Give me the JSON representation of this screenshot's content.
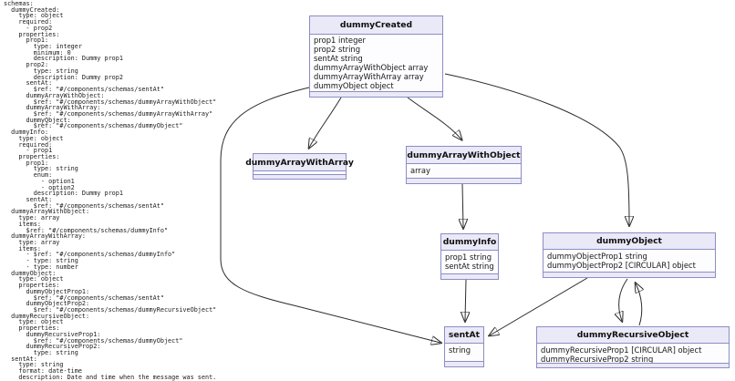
{
  "page": {
    "background": "#ffffff"
  },
  "yaml_panel": {
    "content": "schemas:\n  dummyCreated:\n    type: object\n    required:\n      - prop2\n    properties:\n      prop1:\n        type: integer\n        minimum: 0\n        description: Dummy prop1\n      prop2:\n        type: string\n        description: Dummy prop2\n      sentAt:\n        $ref: \"#/components/schemas/sentAt\"\n      dummyArrayWithObject:\n        $ref: \"#/components/schemas/dummyArrayWithObject\"\n      dummyArrayWithArray:\n        $ref: \"#/components/schemas/dummyArrayWithArray\"\n      dummyObject:\n        $ref: \"#/components/schemas/dummyObject\"\n  dummyInfo:\n    type: object\n    required:\n      - prop1\n    properties:\n      prop1:\n        type: string\n        enum:\n          - option1\n          - option2\n        description: Dummy prop1\n      sentAt:\n        $ref: \"#/components/schemas/sentAt\"\n  dummyArrayWithObject:\n    type: array\n    items:\n      $ref: \"#/components/schemas/dummyInfo\"\n  dummyArrayWithArray:\n    type: array\n    items:\n      - $ref: \"#/components/schemas/dummyInfo\"\n      - type: string\n      - type: number\n  dummyObject:\n    type: object\n    properties:\n      dummyObjectProp1:\n        $ref: \"#/components/schemas/sentAt\"\n      dummyObjectProp2:\n        $ref: \"#/components/schemas/dummyRecursiveObject\"\n  dummyRecursiveObject:\n    type: object\n    properties:\n      dummyRecursiveProp1:\n        $ref: \"#/components/schemas/dummyObject\"\n      dummyRecursiveProp2:\n        type: string\n  sentAt:\n    type: string\n    format: date-time\n    description: Date and time when the message was sent."
  },
  "diagram": {
    "colors": {
      "node_border": "#8d8dc3",
      "title_fill": "#e9e9f8",
      "body_fill": "#fdfdff",
      "edge": "#2b2b2b",
      "arrowhead": "#1c1c1c"
    },
    "nodes": {
      "dummyCreated": {
        "title": "dummyCreated",
        "lines": [
          "prop1 integer",
          "prop2 string",
          "sentAt string",
          "dummyArrayWithObject array",
          "dummyArrayWithArray array",
          "dummyObject object"
        ]
      },
      "dummyArrayWithArray": {
        "title": "dummyArrayWithArray",
        "lines": []
      },
      "dummyArrayWithObject": {
        "title": "dummyArrayWithObject",
        "lines": [
          "array"
        ]
      },
      "dummyInfo": {
        "title": "dummyInfo",
        "lines": [
          "prop1 string",
          "sentAt string"
        ]
      },
      "dummyObject": {
        "title": "dummyObject",
        "lines": [
          "dummyObjectProp1 string",
          "dummyObjectProp2 [CIRCULAR] object"
        ]
      },
      "sentAt": {
        "title": "sentAt",
        "lines": [
          "string"
        ]
      },
      "dummyRecursiveObject": {
        "title": "dummyRecursiveObject",
        "lines": [
          "dummyRecursiveProp1 [CIRCULAR] object",
          "dummyRecursiveProp2 string"
        ]
      }
    },
    "edges": [
      {
        "from": "dummyCreated",
        "to": "sentAt"
      },
      {
        "from": "dummyCreated",
        "to": "dummyArrayWithArray"
      },
      {
        "from": "dummyCreated",
        "to": "dummyArrayWithObject"
      },
      {
        "from": "dummyCreated",
        "to": "dummyObject"
      },
      {
        "from": "dummyArrayWithObject",
        "to": "dummyInfo"
      },
      {
        "from": "dummyInfo",
        "to": "sentAt"
      },
      {
        "from": "dummyObject",
        "to": "sentAt"
      },
      {
        "from": "dummyObject",
        "to": "dummyRecursiveObject"
      },
      {
        "from": "dummyRecursiveObject",
        "to": "dummyObject"
      }
    ]
  }
}
